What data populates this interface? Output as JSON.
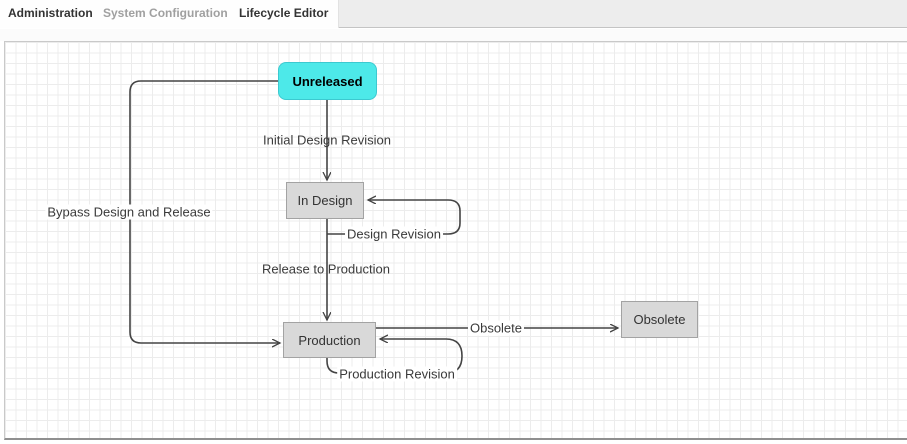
{
  "menu": {
    "items": [
      {
        "label": "Administration",
        "enabled": true
      },
      {
        "label": "System Configuration",
        "enabled": false
      },
      {
        "label": "Lifecycle Editor",
        "enabled": true
      }
    ]
  },
  "diagram": {
    "states": [
      {
        "id": "unreleased",
        "label": "Unreleased",
        "kind": "start"
      },
      {
        "id": "in-design",
        "label": "In Design",
        "kind": "normal"
      },
      {
        "id": "production",
        "label": "Production",
        "kind": "normal"
      },
      {
        "id": "obsolete",
        "label": "Obsolete",
        "kind": "normal"
      }
    ],
    "transitions": [
      {
        "label": "Initial Design Revision",
        "from": "Unreleased",
        "to": "In Design"
      },
      {
        "label": "Design Revision",
        "from": "In Design",
        "to": "In Design"
      },
      {
        "label": "Release to Production",
        "from": "In Design",
        "to": "Production"
      },
      {
        "label": "Bypass Design and Release",
        "from": "Unreleased",
        "to": "Production"
      },
      {
        "label": "Obsolete",
        "from": "Production",
        "to": "Obsolete"
      },
      {
        "label": "Production Revision",
        "from": "Production",
        "to": "Production"
      }
    ],
    "colors": {
      "line": "#444444",
      "state_fill": "#d9d9d9",
      "state_border": "#a3a3a3",
      "start_fill": "#4de9e9",
      "start_border": "#3cc9d0",
      "grid": "#ececec"
    }
  }
}
